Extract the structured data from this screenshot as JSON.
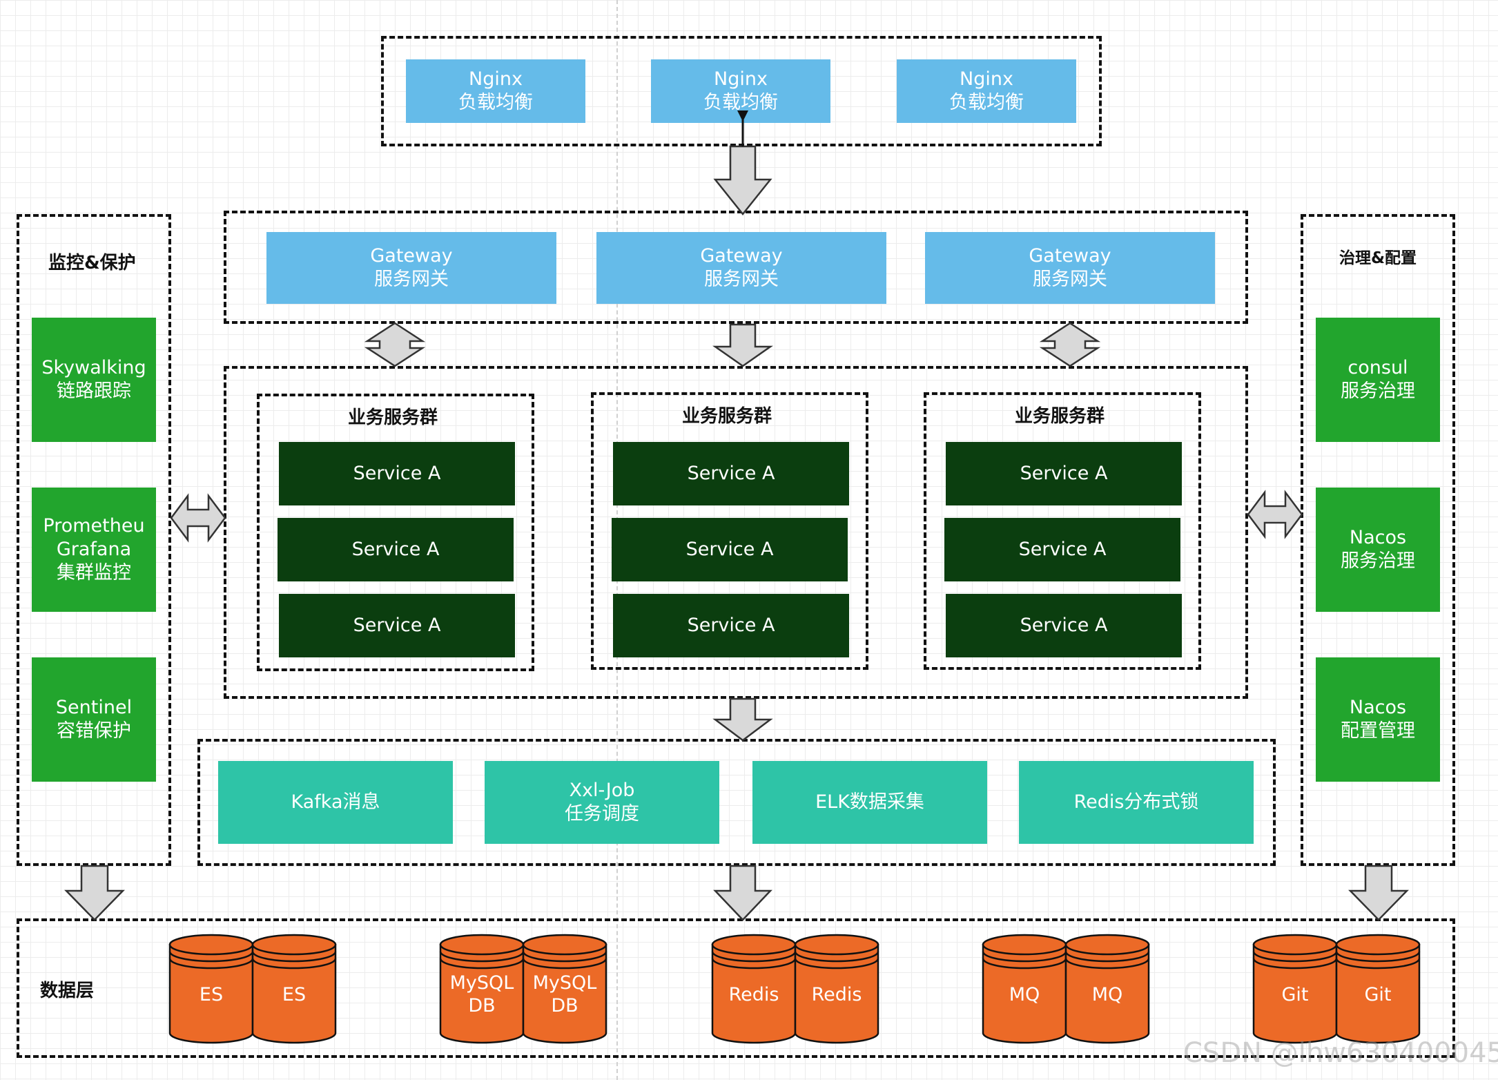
{
  "nginx": [
    {
      "line1": "Nginx",
      "line2": "负载均衡"
    },
    {
      "line1": "Nginx",
      "line2": "负载均衡"
    },
    {
      "line1": "Nginx",
      "line2": "负载均衡"
    }
  ],
  "gateway": [
    {
      "line1": "Gateway",
      "line2": "服务网关"
    },
    {
      "line1": "Gateway",
      "line2": "服务网关"
    },
    {
      "line1": "Gateway",
      "line2": "服务网关"
    }
  ],
  "clusters": [
    {
      "title": "业务服务群",
      "services": [
        "Service A",
        "Service A",
        "Service A"
      ]
    },
    {
      "title": "业务服务群",
      "services": [
        "Service A",
        "Service A",
        "Service A"
      ]
    },
    {
      "title": "业务服务群",
      "services": [
        "Service A",
        "Service A",
        "Service A"
      ]
    }
  ],
  "monitor": {
    "title": "监控&保护",
    "items": [
      {
        "line1": "Skywalking",
        "line2": "链路跟踪"
      },
      {
        "line1": "Prometheu",
        "line2": "Grafana",
        "line3": "集群监控"
      },
      {
        "line1": "Sentinel",
        "line2": "容错保护"
      }
    ]
  },
  "governance": {
    "title": "治理&配置",
    "items": [
      {
        "line1": "consul",
        "line2": "服务治理"
      },
      {
        "line1": "Nacos",
        "line2": "服务治理"
      },
      {
        "line1": "Nacos",
        "line2": "配置管理"
      }
    ]
  },
  "middleware": [
    {
      "line1": "Kafka消息"
    },
    {
      "line1": "Xxl-Job",
      "line2": "任务调度"
    },
    {
      "line1": "ELK数据采集"
    },
    {
      "line1": "Redis分布式锁"
    }
  ],
  "data_layer": {
    "title": "数据层",
    "stores": [
      {
        "line1": "ES"
      },
      {
        "line1": "ES"
      },
      {
        "line1": "MySQL",
        "line2": "DB"
      },
      {
        "line1": "MySQL",
        "line2": "DB"
      },
      {
        "line1": "Redis"
      },
      {
        "line1": "Redis"
      },
      {
        "line1": "MQ"
      },
      {
        "line1": "MQ"
      },
      {
        "line1": "Git"
      },
      {
        "line1": "Git"
      }
    ]
  },
  "watermark": "CSDN @lhw630400045",
  "colors": {
    "nginx_gateway": "#65bbe9",
    "side_green": "#22a52d",
    "service_dark": "#0b3e0f",
    "middleware_teal": "#2ec4a7",
    "datastore_orange": "#ec6a27",
    "arrow_fill": "#d9d9d9"
  }
}
